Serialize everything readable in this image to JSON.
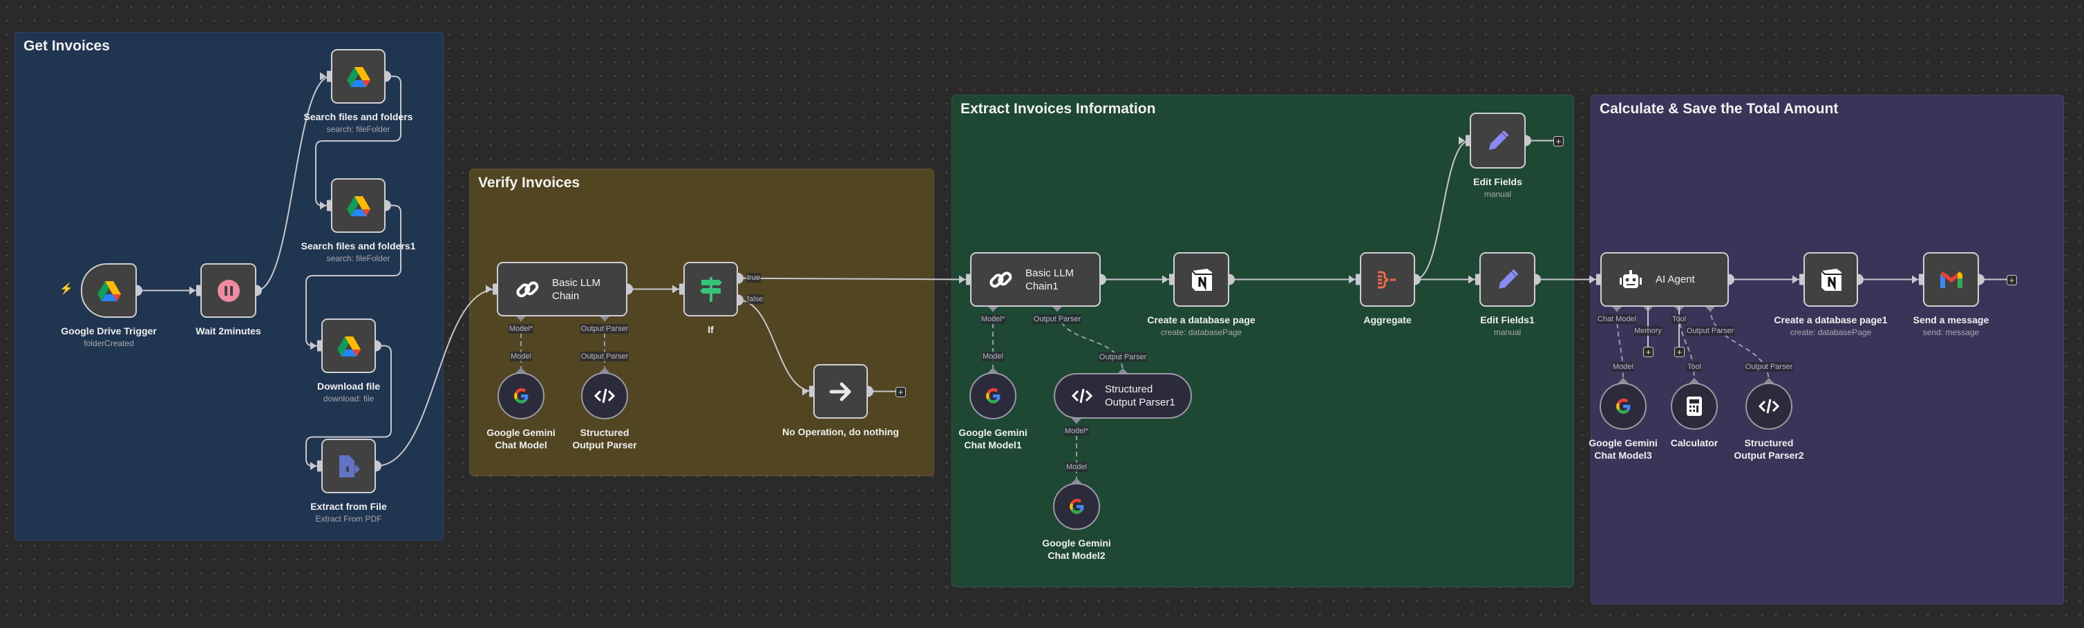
{
  "groups": [
    {
      "title": "Get Invoices",
      "color": "#1f3550"
    },
    {
      "title": "Verify Invoices",
      "color": "#524521"
    },
    {
      "title": "Extract Invoices Information",
      "color": "#1e4833"
    },
    {
      "title": "Calculate & Save the Total Amount",
      "color": "#3a3558"
    }
  ],
  "nodes": {
    "trigger": {
      "label": "Google Drive Trigger",
      "subtitle": "folderCreated",
      "icon": "google-drive-icon"
    },
    "wait": {
      "label": "Wait 2minutes",
      "icon": "pause-icon"
    },
    "search": {
      "label": "Search files and folders",
      "subtitle": "search: fileFolder",
      "icon": "google-drive-icon"
    },
    "search1": {
      "label": "Search files and folders1",
      "subtitle": "search: fileFolder",
      "icon": "google-drive-icon"
    },
    "download": {
      "label": "Download file",
      "subtitle": "download: file",
      "icon": "google-drive-icon"
    },
    "extract": {
      "label": "Extract from File",
      "subtitle": "Extract From PDF",
      "icon": "file-export-icon"
    },
    "llm": {
      "label": "Basic LLM Chain",
      "icon": "link-icon",
      "ports": [
        "Model*",
        "Output Parser"
      ]
    },
    "gemini": {
      "label": "Google Gemini Chat Model",
      "icon": "google-icon",
      "handle": "Model"
    },
    "sop": {
      "label": "Structured Output Parser",
      "icon": "code-icon",
      "handle": "Output Parser"
    },
    "if": {
      "label": "If",
      "icon": "signpost-icon",
      "outputs": [
        "true",
        "false"
      ]
    },
    "noop": {
      "label": "No Operation, do nothing",
      "icon": "arrow-right-icon"
    },
    "llm1": {
      "label": "Basic LLM Chain1",
      "icon": "link-icon",
      "ports": [
        "Model*",
        "Output Parser"
      ]
    },
    "gemini1": {
      "label": "Google Gemini Chat Model1",
      "icon": "google-icon",
      "handle": "Model"
    },
    "sop1": {
      "label": "Structured Output Parser1",
      "icon": "code-icon",
      "handle": "Output Parser",
      "ports": [
        "Model*"
      ]
    },
    "gemini2": {
      "label": "Google Gemini Chat Model2",
      "icon": "google-icon",
      "handle": "Model"
    },
    "notion": {
      "label": "Create a database page",
      "subtitle": "create: databasePage",
      "icon": "notion-icon"
    },
    "aggregate": {
      "label": "Aggregate",
      "icon": "aggregate-icon"
    },
    "edit": {
      "label": "Edit Fields",
      "subtitle": "manual",
      "icon": "pencil-icon"
    },
    "edit1": {
      "label": "Edit Fields1",
      "subtitle": "manual",
      "icon": "pencil-icon"
    },
    "agent": {
      "label": "AI Agent",
      "icon": "robot-icon",
      "ports": [
        "Chat Model",
        "Memory",
        "Tool",
        "Output Parser"
      ]
    },
    "gemini3": {
      "label": "Google Gemini Chat Model3",
      "icon": "google-icon",
      "handle": "Model"
    },
    "calc": {
      "label": "Calculator",
      "icon": "calculator-icon",
      "handle": "Tool"
    },
    "sop2": {
      "label": "Structured Output Parser2",
      "icon": "code-icon",
      "handle": "Output Parser"
    },
    "notion1": {
      "label": "Create a database page1",
      "subtitle": "create: databasePage",
      "icon": "notion-icon"
    },
    "gmail": {
      "label": "Send a message",
      "subtitle": "send: message",
      "icon": "gmail-icon"
    }
  }
}
